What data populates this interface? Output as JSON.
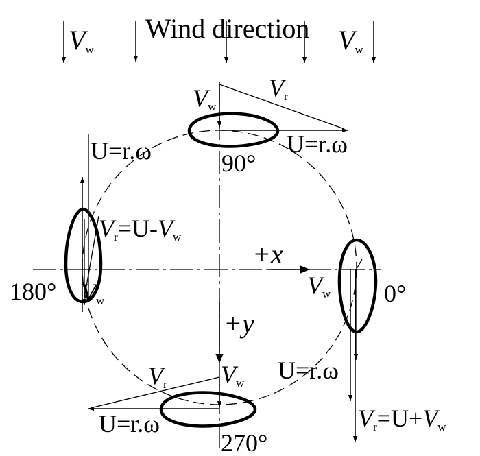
{
  "title": "Wind direction",
  "symbols": {
    "vw_main": "V",
    "vw_sub": "w",
    "vr_main": "V",
    "vr_sub": "r",
    "u_label": "U=r.ω",
    "vr_minus_prefix": "=U-",
    "vr_plus_prefix": "=U+"
  },
  "axes": {
    "x": "+x",
    "y": "+y"
  },
  "angles": {
    "a0": "0°",
    "a90": "90°",
    "a180": "180°",
    "a270": "270°"
  }
}
